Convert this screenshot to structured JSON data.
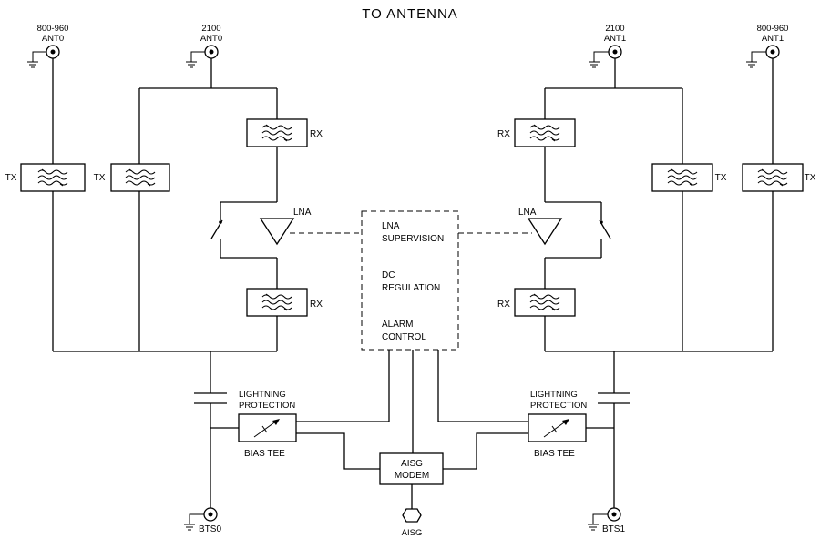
{
  "title": "TO ANTENNA",
  "ports": {
    "ant0_lowband": {
      "freq": "800-960",
      "name": "ANT0"
    },
    "ant0_highband": {
      "freq": "2100",
      "name": "ANT0"
    },
    "ant1_highband": {
      "freq": "2100",
      "name": "ANT1"
    },
    "ant1_lowband": {
      "freq": "800-960",
      "name": "ANT1"
    },
    "bts0": "BTS0",
    "bts1": "BTS1",
    "aisg": "AISG"
  },
  "filters": {
    "tx": "TX",
    "rx": "RX"
  },
  "amplifier": "LNA",
  "control_box": {
    "line1": "LNA",
    "line2": "SUPERVISION",
    "line3": "DC",
    "line4": "REGULATION",
    "line5": "ALARM",
    "line6": "CONTROL"
  },
  "lightning": {
    "line1": "LIGHTNING",
    "line2": "PROTECTION"
  },
  "bias_tee": "BIAS  TEE",
  "modem": {
    "line1": "AISG",
    "line2": "MODEM"
  }
}
